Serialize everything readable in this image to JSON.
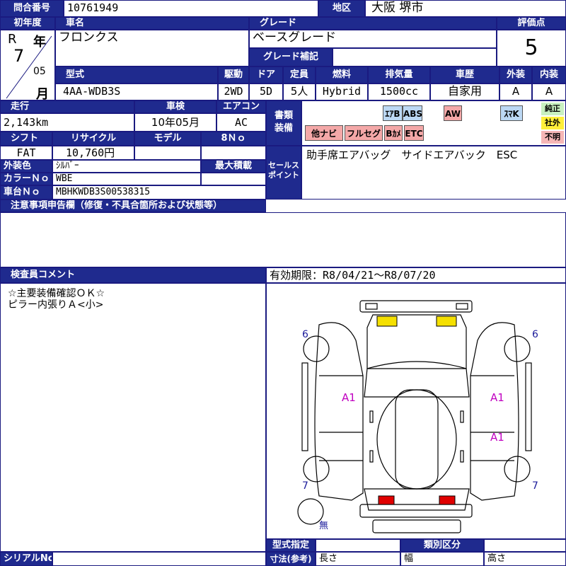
{
  "inquiry": {
    "label": "問合番号",
    "value": "10761949"
  },
  "region": {
    "label": "地区",
    "value": "大阪 堺市"
  },
  "first_reg": {
    "label": "初年度",
    "era": "R",
    "year_unit": "年",
    "year": "7",
    "month": "05",
    "month_unit": "月"
  },
  "car_name": {
    "label": "車名",
    "value": "フロンクス"
  },
  "grade": {
    "label": "グレード",
    "value": "ベースグレード",
    "supplement_label": "グレード補記",
    "supplement_value": ""
  },
  "score": {
    "label": "評価点",
    "value": "5"
  },
  "spec_headers": {
    "model": "型式",
    "drive": "駆動",
    "doors": "ドア",
    "capacity": "定員",
    "fuel": "燃料",
    "displacement": "排気量",
    "history": "車歴",
    "exterior": "外装",
    "interior": "内装"
  },
  "spec_values": {
    "model": "4AA-WDB3S",
    "drive": "2WD",
    "doors": "5D",
    "capacity": "5人",
    "fuel": "Hybrid",
    "displacement": "1500cc",
    "history": "自家用",
    "exterior": "A",
    "interior": "A"
  },
  "mileage": {
    "label": "走行",
    "value": "2,143km"
  },
  "inspection": {
    "label": "車検",
    "value": "10年05月"
  },
  "aircon": {
    "label": "エアコン",
    "value": "AC"
  },
  "equipment": {
    "label": "書類\n装備",
    "row1": [
      "ｴｱB",
      "ABS",
      "AW",
      "ｽﾏK"
    ],
    "row2": [
      "他ナビ",
      "フルセグ",
      "Bｶﾒ",
      "ETC"
    ],
    "tags": [
      "純正",
      "社外",
      "不明"
    ]
  },
  "shift": {
    "label": "シフト",
    "value": "FAT"
  },
  "recycle": {
    "label": "リサイクル",
    "value": "10,760円"
  },
  "model_no": {
    "label": "モデル",
    "value": "8Ｎｏ",
    "blank": ""
  },
  "sales_point": {
    "label": "セールス\nポイント",
    "value": "助手席エアバッグ　サイドエアバック　ESC"
  },
  "color": {
    "label": "外装色",
    "value": "ｼﾙﾊﾞｰ",
    "max_load_label": "最大積載",
    "max_load_value": ""
  },
  "color_no": {
    "label": "カラーＮｏ",
    "value": "WBE"
  },
  "chassis_no": {
    "label": "車台Ｎｏ",
    "value": "MBHKWDB3S00538315"
  },
  "notes": {
    "label": "注意事項申告欄（修復・不具合箇所および状態等）",
    "value": ""
  },
  "inspector_comment": {
    "label": "検査員コメント",
    "lines": [
      "☆主要装備確認ＯＫ☆",
      "ピラー内張りＡ<小>"
    ]
  },
  "validity": {
    "value": "有効期限：R8/04/21～R8/07/20"
  },
  "diagram": {
    "marks": [
      "A1",
      "A1",
      "A1"
    ],
    "tire_nums": [
      "6",
      "6",
      "7",
      "7"
    ],
    "spare_label": "無"
  },
  "footer": {
    "serial_label": "シリアルNo",
    "serial_value": "",
    "type_spec_label": "型式指定",
    "type_spec_value": "",
    "category_label": "類別区分",
    "category_value": "",
    "dims_label": "寸法(参考)",
    "length": "長さ",
    "width": "幅",
    "height": "高さ"
  },
  "colors": {
    "header": "#1f2a8e",
    "badge_blue": "#bcd8f4",
    "badge_pink": "#f4a8a8",
    "mark": "#c000c0",
    "tire_num": "#1a1a9a"
  }
}
